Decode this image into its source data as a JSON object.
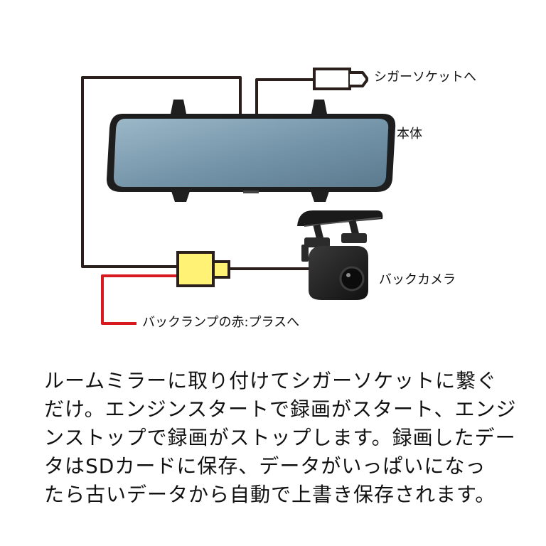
{
  "labels": {
    "cigar_socket": "シガーソケットへ",
    "main_unit": "本体",
    "back_camera": "バックカメラ",
    "back_lamp": "バックランプの赤:プラスへ"
  },
  "description_lines": [
    "ルームミラーに取り付けてシガーソケットに繋ぐ",
    "だけ。エンジンスタートで録画がスタート、エンジ",
    "ンストップで録画がストップします。録画したデー",
    "タはSDカードに保存、データがいっぱいになっ",
    "たら古いデータから自動で上書き保存されます。"
  ],
  "colors": {
    "wire": "#2a1f1b",
    "plus_wire": "#d71920",
    "connector_fill": "#fff275",
    "mirror_glass": "#7da0b4"
  }
}
